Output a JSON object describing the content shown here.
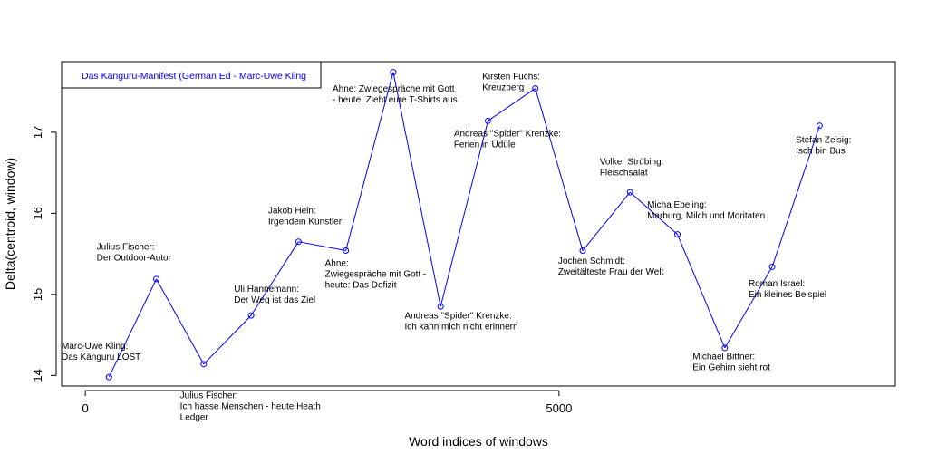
{
  "chart_data": {
    "type": "line",
    "xlabel": "Word indices of windows",
    "ylabel": "Delta(centroid, window)",
    "xlim": [
      -250,
      8550
    ],
    "ylim": [
      13.87,
      17.87
    ],
    "x_ticks": [
      0,
      5000
    ],
    "y_ticks": [
      14,
      15,
      16,
      17
    ],
    "grid": false,
    "legend": {
      "placement": "top-left",
      "entries": [
        "Das Kanguru-Manifest (German Ed - Marc-Uwe Kling"
      ]
    },
    "colors": {
      "series": "#0000ff",
      "axis": "#000000"
    },
    "series": [
      {
        "x": [
          250,
          750,
          1250,
          1750,
          2250,
          2750,
          3250,
          3750,
          4250,
          4750,
          5250,
          5750,
          6250,
          6750,
          7250,
          7750
        ],
        "y": [
          13.98,
          15.19,
          14.14,
          14.74,
          15.65,
          15.54,
          17.74,
          14.85,
          17.14,
          17.54,
          15.54,
          16.26,
          15.74,
          14.34,
          15.34,
          17.08
        ]
      }
    ],
    "annotations": [
      {
        "lines": [
          "Marc-Uwe Kling:",
          "Das Känguru LOST"
        ],
        "x": -250,
        "y": 14.33
      },
      {
        "lines": [
          "Julius Fischer:",
          "Der Outdoor-Autor"
        ],
        "x": 120,
        "y": 15.55
      },
      {
        "lines": [
          "Julius Fischer:",
          "Ich hasse Menschen - heute Heath",
          "Ledger"
        ],
        "x": 1000,
        "y": 13.72
      },
      {
        "lines": [
          "Uli Hannemann:",
          "Der Weg ist das Ziel"
        ],
        "x": 1570,
        "y": 15.03
      },
      {
        "lines": [
          "Jakob Hein:",
          "Irgendein Künstler"
        ],
        "x": 1930,
        "y": 16.0
      },
      {
        "lines": [
          "Ahne:",
          "Zwiegespräche mit Gott -",
          "heute: Das Defizit"
        ],
        "x": 2530,
        "y": 15.35
      },
      {
        "lines": [
          "Ahne: Zwiegespräche mit Gott",
          "- heute: Zieht eure T-Shirts aus"
        ],
        "x": 2610,
        "y": 17.5
      },
      {
        "lines": [
          "Andreas \"Spider\" Krenzke:",
          "Ich kann mich nicht erinnern"
        ],
        "x": 3370,
        "y": 14.7
      },
      {
        "lines": [
          "Andreas \"Spider\" Krenzke:",
          "Ferien in Üdüle"
        ],
        "x": 3890,
        "y": 16.95
      },
      {
        "lines": [
          "Kirsten Fuchs:",
          "Kreuzberg"
        ],
        "x": 4190,
        "y": 17.65
      },
      {
        "lines": [
          "Jochen Schmidt:",
          "Zweitälteste Frau der Welt"
        ],
        "x": 4990,
        "y": 15.38
      },
      {
        "lines": [
          "Volker Strübing:",
          "Fleischsalat"
        ],
        "x": 5430,
        "y": 16.6
      },
      {
        "lines": [
          "Micha Ebeling:",
          "Marburg, Milch und Moritaten"
        ],
        "x": 5930,
        "y": 16.07
      },
      {
        "lines": [
          "Michael Bittner:",
          "Ein Gehirn sieht rot"
        ],
        "x": 6410,
        "y": 14.2
      },
      {
        "lines": [
          "Roman Israel:",
          "Ein kleines Beispiel"
        ],
        "x": 7000,
        "y": 15.1
      },
      {
        "lines": [
          "Stefan Zeisig:",
          "Isch bin Bus"
        ],
        "x": 7500,
        "y": 16.87
      }
    ]
  }
}
